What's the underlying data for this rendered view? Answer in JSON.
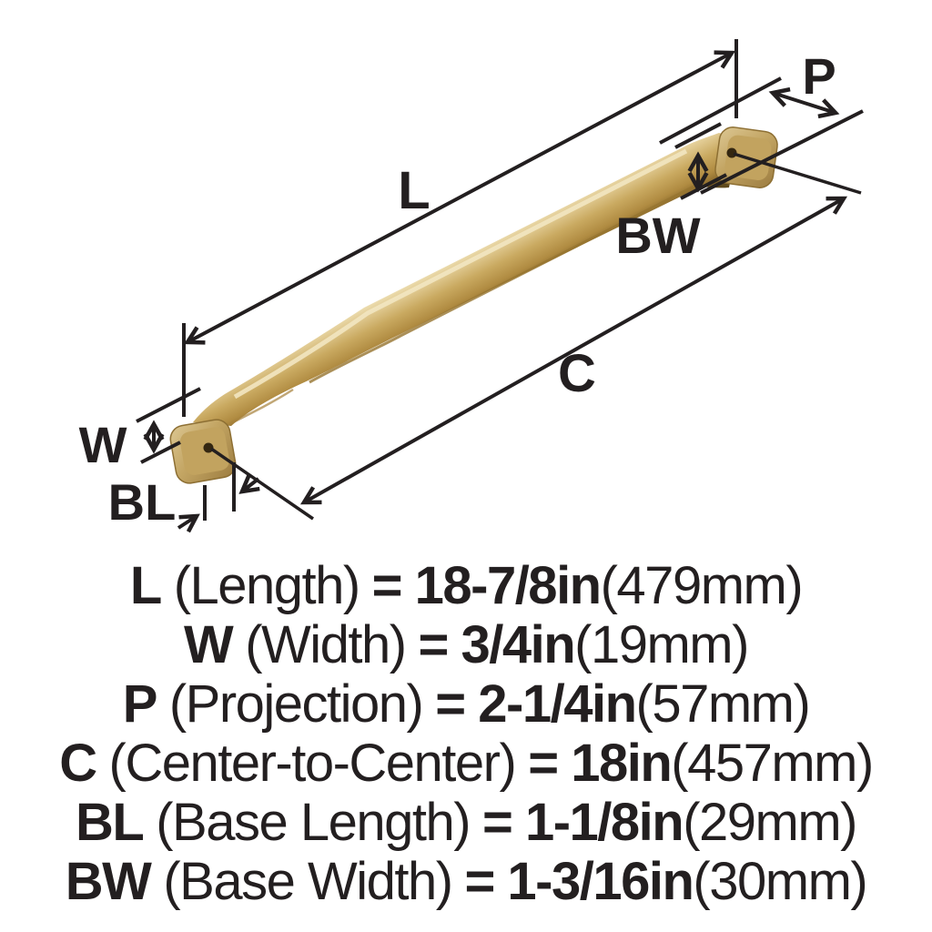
{
  "callouts": {
    "L": "L",
    "W": "W",
    "P": "P",
    "C": "C",
    "BL": "BL",
    "BW": "BW"
  },
  "specs": [
    {
      "symbol": "L",
      "name": "(Length)",
      "value": "= 18-7/8in",
      "metric": "(479mm)"
    },
    {
      "symbol": "W",
      "name": "(Width)",
      "value": "= 3/4in",
      "metric": "(19mm)"
    },
    {
      "symbol": "P",
      "name": "(Projection)",
      "value": "= 2-1/4in",
      "metric": "(57mm)"
    },
    {
      "symbol": "C",
      "name": "(Center-to-Center)",
      "value": "= 18in",
      "metric": "(457mm)"
    },
    {
      "symbol": "BL",
      "name": "(Base Length)",
      "value": "= 1-1/8in",
      "metric": "(29mm)"
    },
    {
      "symbol": "BW",
      "name": "(Base Width)",
      "value": "= 1-3/16in",
      "metric": "(30mm)"
    }
  ],
  "colors": {
    "ink": "#231f20",
    "background": "#ffffff",
    "finish_highlight": "#f1e5bd",
    "finish_light": "#dfc98f",
    "finish_mid": "#c7a75e",
    "finish_shadow": "#7a5c27",
    "finish_deep": "#5f4a1e",
    "pad_face": "#bfa05c",
    "screw_hole": "#342711"
  }
}
